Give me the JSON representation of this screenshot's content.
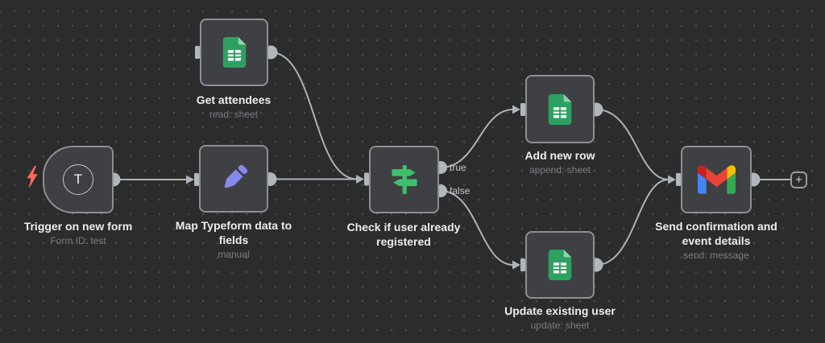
{
  "canvas": {
    "type": "workflow-editor"
  },
  "nodes": {
    "trigger": {
      "title": "Trigger on new form",
      "subtitle": "Form ID: test",
      "icon": "typeform-icon",
      "icon_letter": "T"
    },
    "get_attendees": {
      "title": "Get attendees",
      "subtitle": "read: sheet",
      "icon": "google-sheets-icon"
    },
    "map_fields": {
      "title": "Map Typeform data to fields",
      "subtitle": "manual",
      "icon": "pencil-icon"
    },
    "check_registered": {
      "title": "Check if user already registered",
      "icon": "switch-icon",
      "outputs": [
        {
          "label": "true"
        },
        {
          "label": "false"
        }
      ]
    },
    "add_new_row": {
      "title": "Add new row",
      "subtitle": "append: sheet",
      "icon": "google-sheets-icon"
    },
    "update_existing_user": {
      "title": "Update existing user",
      "subtitle": "update: sheet",
      "icon": "google-sheets-icon"
    },
    "send_confirmation": {
      "title": "Send confirmation and event details",
      "subtitle": "send: message",
      "icon": "gmail-icon"
    }
  },
  "controls": {
    "add_node_label": "+"
  },
  "colors": {
    "canvas_bg": "#2b2c2c",
    "node_bg": "#3e4043",
    "node_border": "#8d9093",
    "wire": "#aeb3b9",
    "title_text": "#ecedee",
    "subtitle_text": "#7b7e82",
    "bolt_orange": "#ff6b57",
    "sheets_green": "#2da160",
    "pencil_purple": "#8789ee",
    "switch_green": "#3fbf6b",
    "gmail_red": "#ea4335",
    "gmail_blue": "#4285f4",
    "gmail_green": "#34a853",
    "gmail_yellow": "#fbbc04"
  }
}
